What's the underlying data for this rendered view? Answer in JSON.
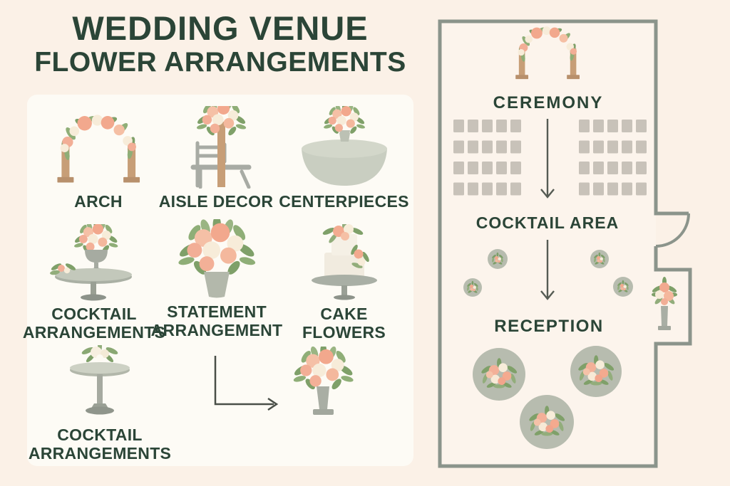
{
  "title": {
    "line1": "WEDDING VENUE",
    "line2": "FLOWER ARRANGEMENTS"
  },
  "arrangement_panel": {
    "items": [
      {
        "id": "arch",
        "label": "ARCH"
      },
      {
        "id": "aisle-decor",
        "label": "AISLE DECOR"
      },
      {
        "id": "centerpieces",
        "label": "CENTERPIECES"
      },
      {
        "id": "cocktail-arrangements",
        "label": "COCKTAIL\nARRANGEMENTS"
      },
      {
        "id": "statement-arrangement",
        "label": "STATEMENT\nARRANGEMENT"
      },
      {
        "id": "cake-flowers",
        "label": "CAKE\nFLOWERS"
      },
      {
        "id": "cocktail-arrangements-small",
        "label": "COCKTAIL\nARRANGEMENTS"
      }
    ]
  },
  "floor_plan": {
    "areas": [
      {
        "id": "ceremony",
        "label": "CEREMONY"
      },
      {
        "id": "cocktail-area",
        "label": "COCKTAIL AREA"
      },
      {
        "id": "reception",
        "label": "RECEPTION"
      }
    ],
    "seating": {
      "blocks": 2,
      "rows": 4,
      "columns": 5
    },
    "cocktail_tables": 4,
    "reception_tables": 3
  },
  "colors": {
    "background": "#fbf1e7",
    "panel": "#fdfbf5",
    "text": "#2b4537",
    "wall": "#8b948b",
    "seat": "#c8c2b9",
    "table": "#b7bcaf",
    "arrow": "#555b53",
    "flower_peach": "#f2a98d",
    "flower_cream": "#f7ecd9",
    "leaf": "#7fa069",
    "wood": "#c79e77"
  }
}
